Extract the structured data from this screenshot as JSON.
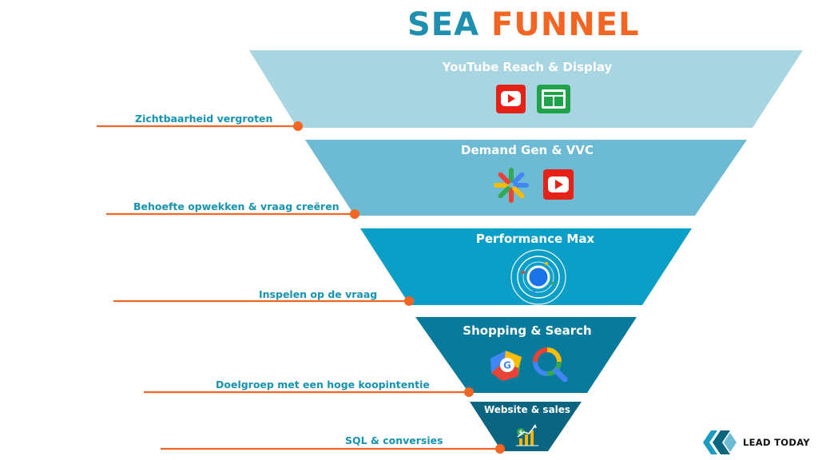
{
  "title": {
    "part1": "SEA",
    "part2": "FUNNEL"
  },
  "levels": [
    {
      "name": "YouTube Reach & Display",
      "icons": [
        "youtube-icon",
        "google-display-icon"
      ]
    },
    {
      "name": "Demand Gen & VVC",
      "icons": [
        "google-ads-demand-gen-icon",
        "youtube-icon"
      ]
    },
    {
      "name": "Performance Max",
      "icons": [
        "performance-max-icon"
      ]
    },
    {
      "name": "Shopping & Search",
      "icons": [
        "google-shopping-icon",
        "google-search-icon"
      ]
    },
    {
      "name": "Website & sales",
      "icons": [
        "sales-growth-icon"
      ]
    }
  ],
  "side_labels": [
    "Zichtbaarheid vergroten",
    "Behoefte opwekken & vraag creëren",
    "Inspelen op de vraag",
    "Doelgroep met een hoge koopintentie",
    "SQL & conversies"
  ],
  "colors": {
    "level1": "#a8d5e2",
    "level2": "#6cbad3",
    "level3": "#0b9ec6",
    "level4": "#087b9c",
    "level5": "#0b6480",
    "accent_orange": "#f26522",
    "label_blue": "#1693b0"
  },
  "logo": {
    "text": "LEAD TODAY"
  }
}
